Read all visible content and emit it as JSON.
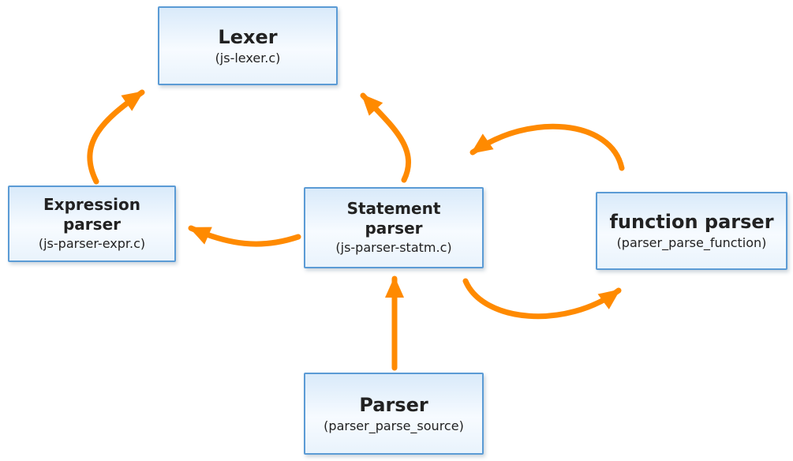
{
  "colors": {
    "accent": "#ff8a00",
    "box-border": "#5b9bd5"
  },
  "diagram": {
    "nodes": {
      "lexer": {
        "title": "Lexer",
        "subtitle": "(js-lexer.c)"
      },
      "expression_parser": {
        "title": "Expression\nparser",
        "subtitle": "(js-parser-expr.c)"
      },
      "statement_parser": {
        "title": "Statement\nparser",
        "subtitle": "(js-parser-statm.c)"
      },
      "function_parser": {
        "title": "function parser",
        "subtitle": "(parser_parse_function)"
      },
      "parser": {
        "title": "Parser",
        "subtitle": "(parser_parse_source)"
      }
    },
    "edges": [
      {
        "from": "expression_parser",
        "to": "lexer"
      },
      {
        "from": "statement_parser",
        "to": "lexer"
      },
      {
        "from": "statement_parser",
        "to": "expression_parser"
      },
      {
        "from": "function_parser",
        "to": "statement_parser"
      },
      {
        "from": "statement_parser",
        "to": "function_parser"
      },
      {
        "from": "parser",
        "to": "statement_parser"
      }
    ]
  }
}
